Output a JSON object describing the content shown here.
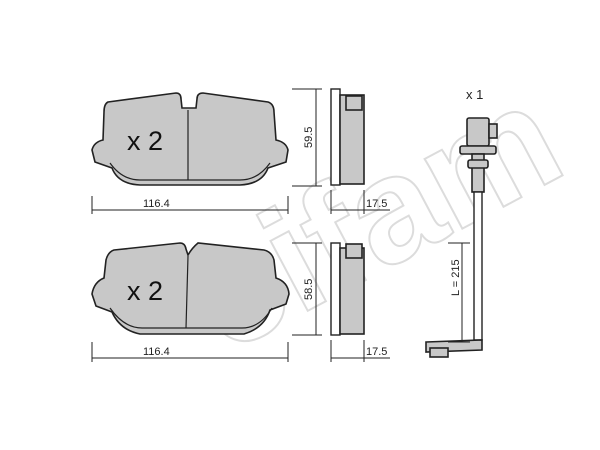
{
  "watermark": "cifam",
  "pad_top": {
    "quantity": "x 2",
    "width_label": "116.4",
    "height_label": "59.5",
    "thickness_label": "17.5"
  },
  "pad_bottom": {
    "quantity": "x 2",
    "width_label": "116.4",
    "height_label": "58.5",
    "thickness_label": "17.5"
  },
  "sensor": {
    "quantity": "x 1",
    "length_label": "L = 215"
  }
}
